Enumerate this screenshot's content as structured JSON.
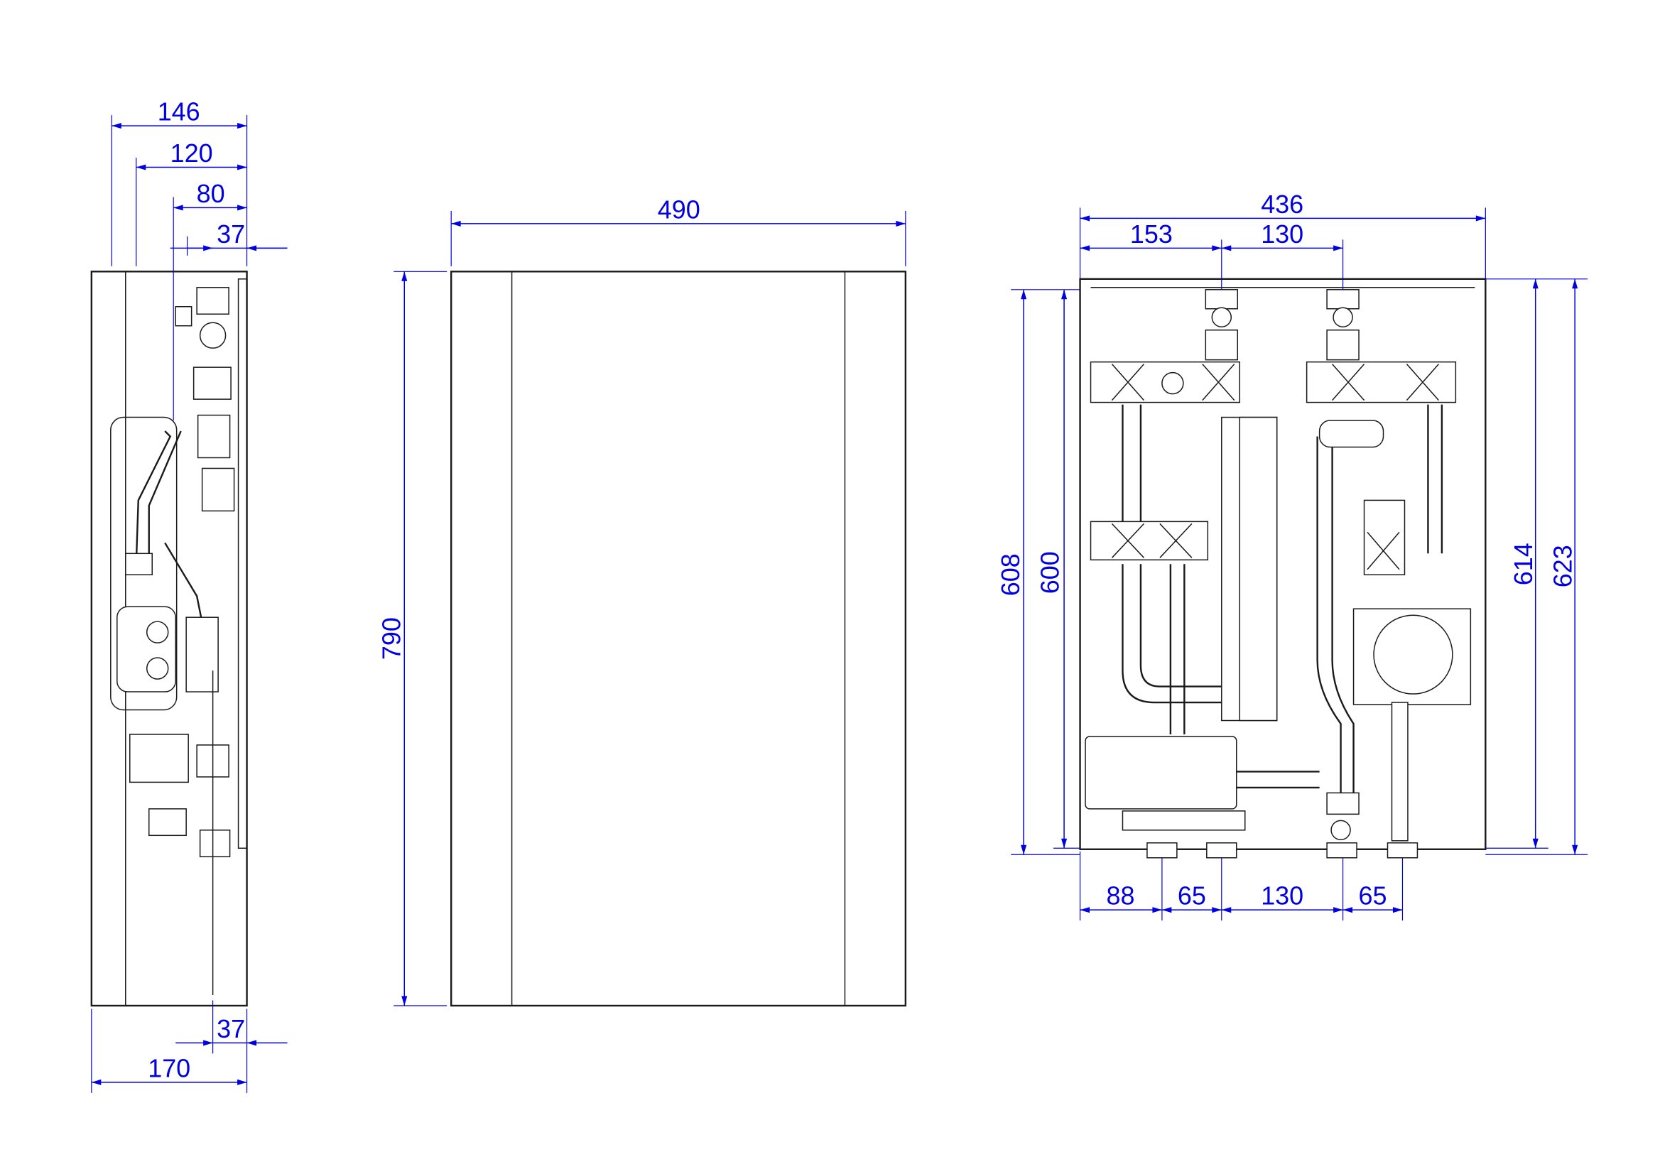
{
  "colors": {
    "dimension": "#0000e0",
    "outline": "#1a1a1a"
  },
  "side_view": {
    "dims": {
      "d146": "146",
      "d120": "120",
      "d80": "80",
      "d37_top": "37",
      "d37_bottom": "37",
      "d170": "170"
    }
  },
  "front_view": {
    "dims": {
      "width": "490",
      "height": "790"
    }
  },
  "open_view": {
    "dims": {
      "width": "436",
      "top_153": "153",
      "top_130": "130",
      "h608": "608",
      "h600": "600",
      "h614": "614",
      "h623": "623",
      "b88": "88",
      "b65a": "65",
      "b130": "130",
      "b65b": "65"
    }
  }
}
